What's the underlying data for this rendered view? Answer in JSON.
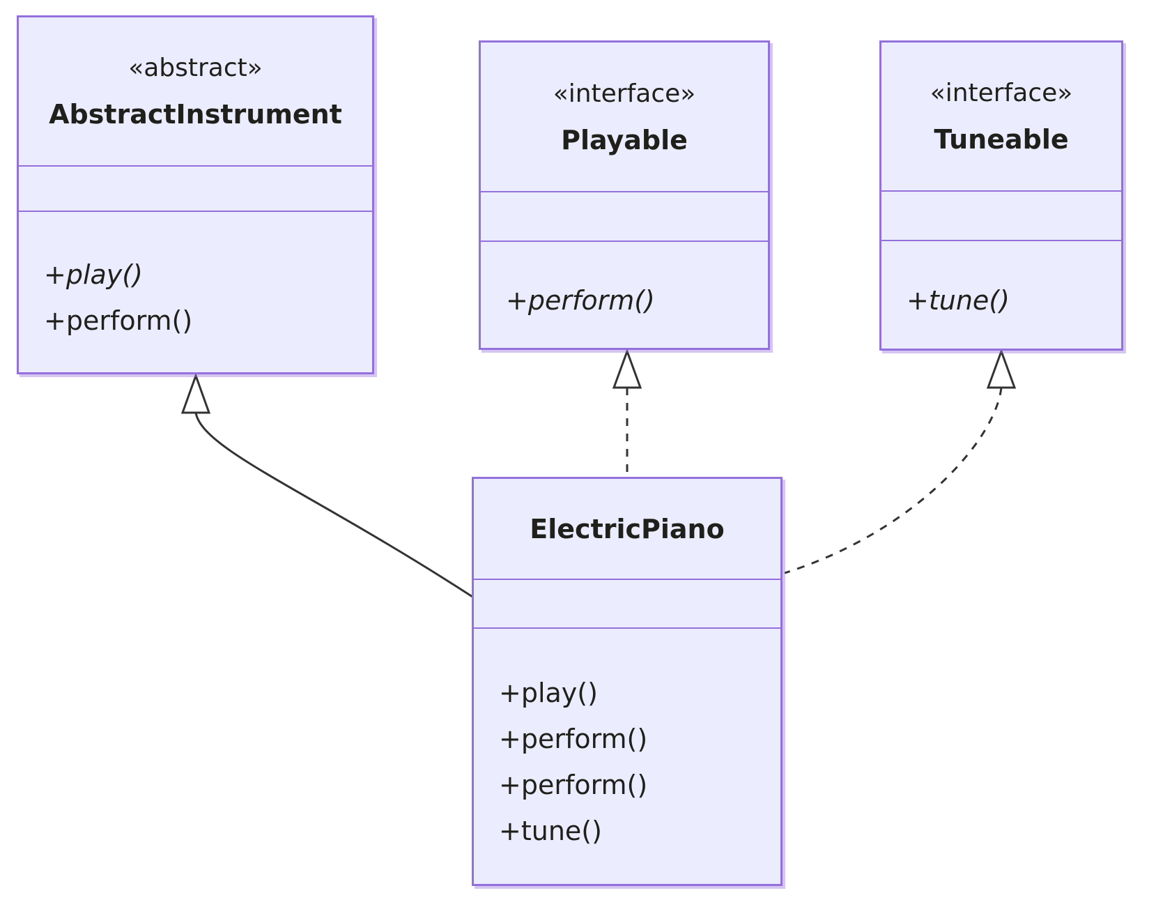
{
  "diagram": {
    "kind": "uml-class-diagram",
    "classes": [
      {
        "id": "AbstractInstrument",
        "stereotype": "«abstract»",
        "name": "AbstractInstrument",
        "attributes": [],
        "methods": [
          {
            "text": "+play()",
            "abstract": true
          },
          {
            "text": "+perform()",
            "abstract": false
          }
        ]
      },
      {
        "id": "Playable",
        "stereotype": "«interface»",
        "name": "Playable",
        "attributes": [],
        "methods": [
          {
            "text": "+perform()",
            "abstract": true
          }
        ]
      },
      {
        "id": "Tuneable",
        "stereotype": "«interface»",
        "name": "Tuneable",
        "attributes": [],
        "methods": [
          {
            "text": "+tune()",
            "abstract": true
          }
        ]
      },
      {
        "id": "ElectricPiano",
        "stereotype": "",
        "name": "ElectricPiano",
        "attributes": [],
        "methods": [
          {
            "text": "+play()",
            "abstract": false
          },
          {
            "text": "+perform()",
            "abstract": false
          },
          {
            "text": "+perform()",
            "abstract": false
          },
          {
            "text": "+tune()",
            "abstract": false
          }
        ]
      }
    ],
    "relationships": [
      {
        "from": "ElectricPiano",
        "to": "AbstractInstrument",
        "type": "inheritance",
        "line": "solid",
        "arrowhead": "hollow-triangle"
      },
      {
        "from": "ElectricPiano",
        "to": "Playable",
        "type": "realization",
        "line": "dashed",
        "arrowhead": "hollow-triangle"
      },
      {
        "from": "ElectricPiano",
        "to": "Tuneable",
        "type": "realization",
        "line": "dashed",
        "arrowhead": "hollow-triangle"
      }
    ],
    "colors": {
      "node_fill": "#ECECFF",
      "node_border": "#9370DB",
      "edge": "#333333",
      "text": "#1F1F1B",
      "background": "#FFFFFF"
    }
  }
}
